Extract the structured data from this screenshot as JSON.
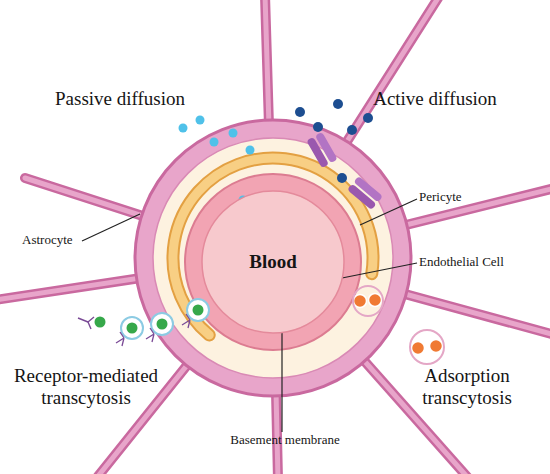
{
  "diagram": {
    "nodes": [
      {
        "text": [
          "Blood"
        ]
      }
    ],
    "labels": [
      "Passive diffusion",
      "Active diffusion",
      "Pericyte",
      "Astrocyte",
      "Endothelial Cell",
      "Receptor-mediated transcytosis",
      "Adsorption transcytosis",
      "Basement membrane"
    ]
  }
}
